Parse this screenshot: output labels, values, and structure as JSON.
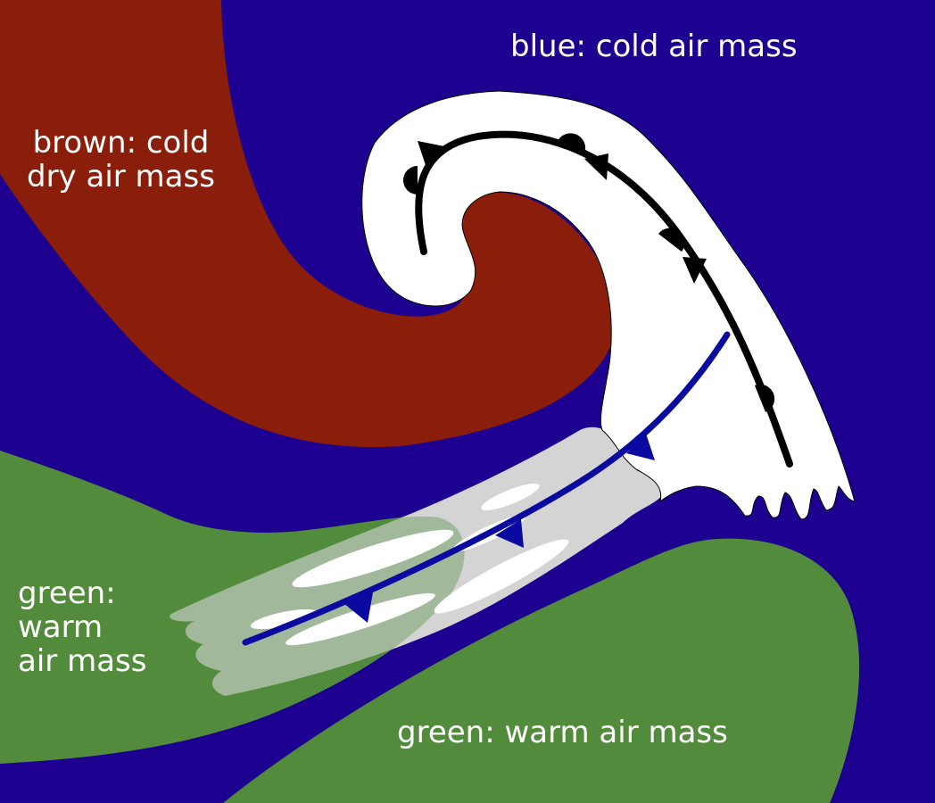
{
  "colors": {
    "cold_air": "#1e0090",
    "cold_dry_air": "#8b1e0a",
    "warm_air": "#528b3c",
    "cloud": "#ffffff",
    "cloud_band": "#d4d4d4",
    "cold_front": "#0a0aa0",
    "occluded_front": "#000000"
  },
  "labels": {
    "blue": "blue: cold air mass",
    "brown": "brown: cold\ndry air mass",
    "green_left": "green:\nwarm\nair mass",
    "green_bottom": "green: warm air mass"
  }
}
